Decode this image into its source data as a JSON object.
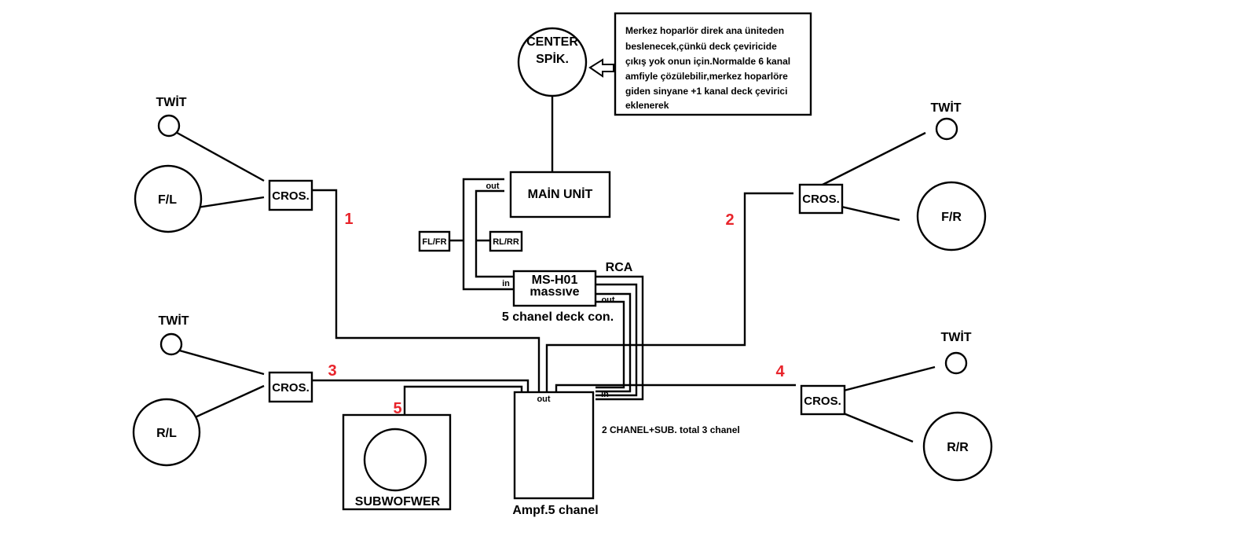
{
  "speakers": {
    "fl_twit": "TWİT",
    "fl_woofer": "F/L",
    "rl_twit": "TWİT",
    "rl_woofer": "R/L",
    "fr_twit": "TWİT",
    "fr_woofer": "F/R",
    "rr_twit": "TWİT",
    "rr_woofer": "R/R",
    "center_line1": "CENTER",
    "center_line2": "SPİK."
  },
  "crossovers": {
    "fl": "CROS.",
    "rl": "CROS.",
    "fr": "CROS.",
    "rr": "CROS."
  },
  "main_unit": {
    "label": "MAİN UNİT",
    "out": "out",
    "fl_fr": "FL/FR",
    "rl_rr": "RL/RR"
  },
  "deck_converter": {
    "line1": "MS-H01",
    "line2": "massıve",
    "in": "in",
    "out": "out",
    "rca": "RCA",
    "caption": "5 chanel deck con."
  },
  "amplifier": {
    "out": "out",
    "in": "in",
    "caption": "Ampf.5 chanel",
    "note": "2 CHANEL+SUB. total 3 chanel"
  },
  "subwoofer": {
    "label": "SUBWOFWER"
  },
  "channels": {
    "c1": "1",
    "c2": "2",
    "c3": "3",
    "c4": "4",
    "c5": "5"
  },
  "note": {
    "lines": [
      "Merkez hoparlör direk ana üniteden",
      "beslenecek,çünkü deck çeviricide",
      "çıkış yok onun için.Normalde 6 kanal",
      "amfiyle çözülebilir,merkez hoparlöre",
      "giden sinyane +1 kanal deck çevirici",
      "eklenerek"
    ]
  }
}
